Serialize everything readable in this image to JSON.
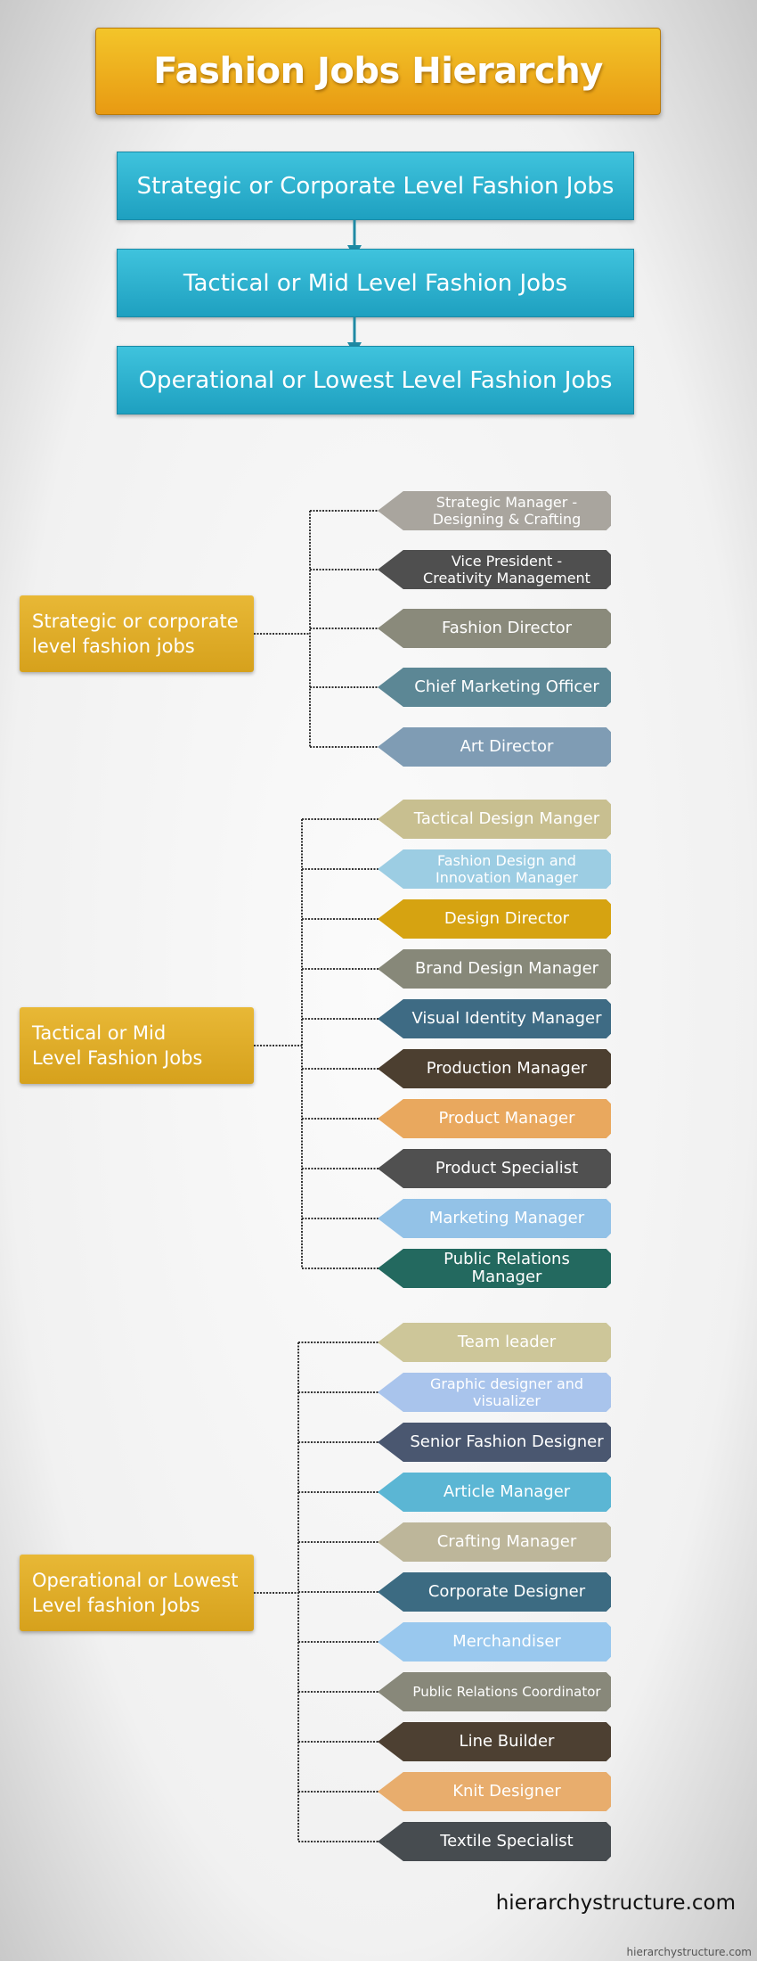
{
  "title": "Fashion Jobs Hierarchy",
  "levels": [
    "Strategic or Corporate Level Fashion Jobs",
    "Tactical or Mid Level Fashion Jobs",
    "Operational or Lowest Level Fashion Jobs"
  ],
  "groups": [
    {
      "label": "Strategic or corporate\nlevel fashion jobs",
      "color": "#dcab28",
      "jobs": [
        {
          "label": "Strategic Manager -\nDesigning & Crafting",
          "color": "#a9a59e"
        },
        {
          "label": "Vice President -\nCreativity Management",
          "color": "#4f4f4f"
        },
        {
          "label": "Fashion Director",
          "color": "#8a8a7b"
        },
        {
          "label": "Chief Marketing Officer",
          "color": "#5c8795"
        },
        {
          "label": "Art Director",
          "color": "#7f9cb4"
        }
      ]
    },
    {
      "label": "Tactical or Mid\nLevel Fashion Jobs",
      "color": "#dcab28",
      "jobs": [
        {
          "label": "Tactical Design Manger",
          "color": "#c8bf90"
        },
        {
          "label": "Fashion Design and\nInnovation Manager",
          "color": "#9ccde3"
        },
        {
          "label": "Design Director",
          "color": "#d6a311"
        },
        {
          "label": "Brand Design Manager",
          "color": "#878879"
        },
        {
          "label": "Visual Identity Manager",
          "color": "#3e6b84"
        },
        {
          "label": "Production Manager",
          "color": "#4c3f30"
        },
        {
          "label": "Product Manager",
          "color": "#e9a85e"
        },
        {
          "label": "Product Specialist",
          "color": "#505050"
        },
        {
          "label": "Marketing Manager",
          "color": "#93c2e7"
        },
        {
          "label": "Public Relations Manager",
          "color": "#23695f"
        }
      ]
    },
    {
      "label": "Operational or Lowest\nLevel fashion Jobs",
      "color": "#dcab28",
      "jobs": [
        {
          "label": "Team leader",
          "color": "#cdc699"
        },
        {
          "label": "Graphic designer and\nvisualizer",
          "color": "#a9c4ec"
        },
        {
          "label": "Senior Fashion Designer",
          "color": "#4a5770"
        },
        {
          "label": "Article Manager",
          "color": "#5bb6d4"
        },
        {
          "label": "Crafting Manager",
          "color": "#bdb69a"
        },
        {
          "label": "Corporate Designer",
          "color": "#3c6b82"
        },
        {
          "label": "Merchandiser",
          "color": "#99c8ee"
        },
        {
          "label": "Public Relations Coordinator",
          "color": "#88887a"
        },
        {
          "label": "Line Builder",
          "color": "#4d4032"
        },
        {
          "label": "Knit Designer",
          "color": "#e8ad6d"
        },
        {
          "label": "Textile Specialist",
          "color": "#474c50"
        }
      ]
    }
  ],
  "watermark": "hierarchystructure.com",
  "watermark_small": "hierarchystructure.com",
  "colors": {
    "level_box": "#2ab1cf",
    "title_banner": "#efb21e",
    "arrow": "#1f8aa4",
    "connector": "#333333"
  }
}
